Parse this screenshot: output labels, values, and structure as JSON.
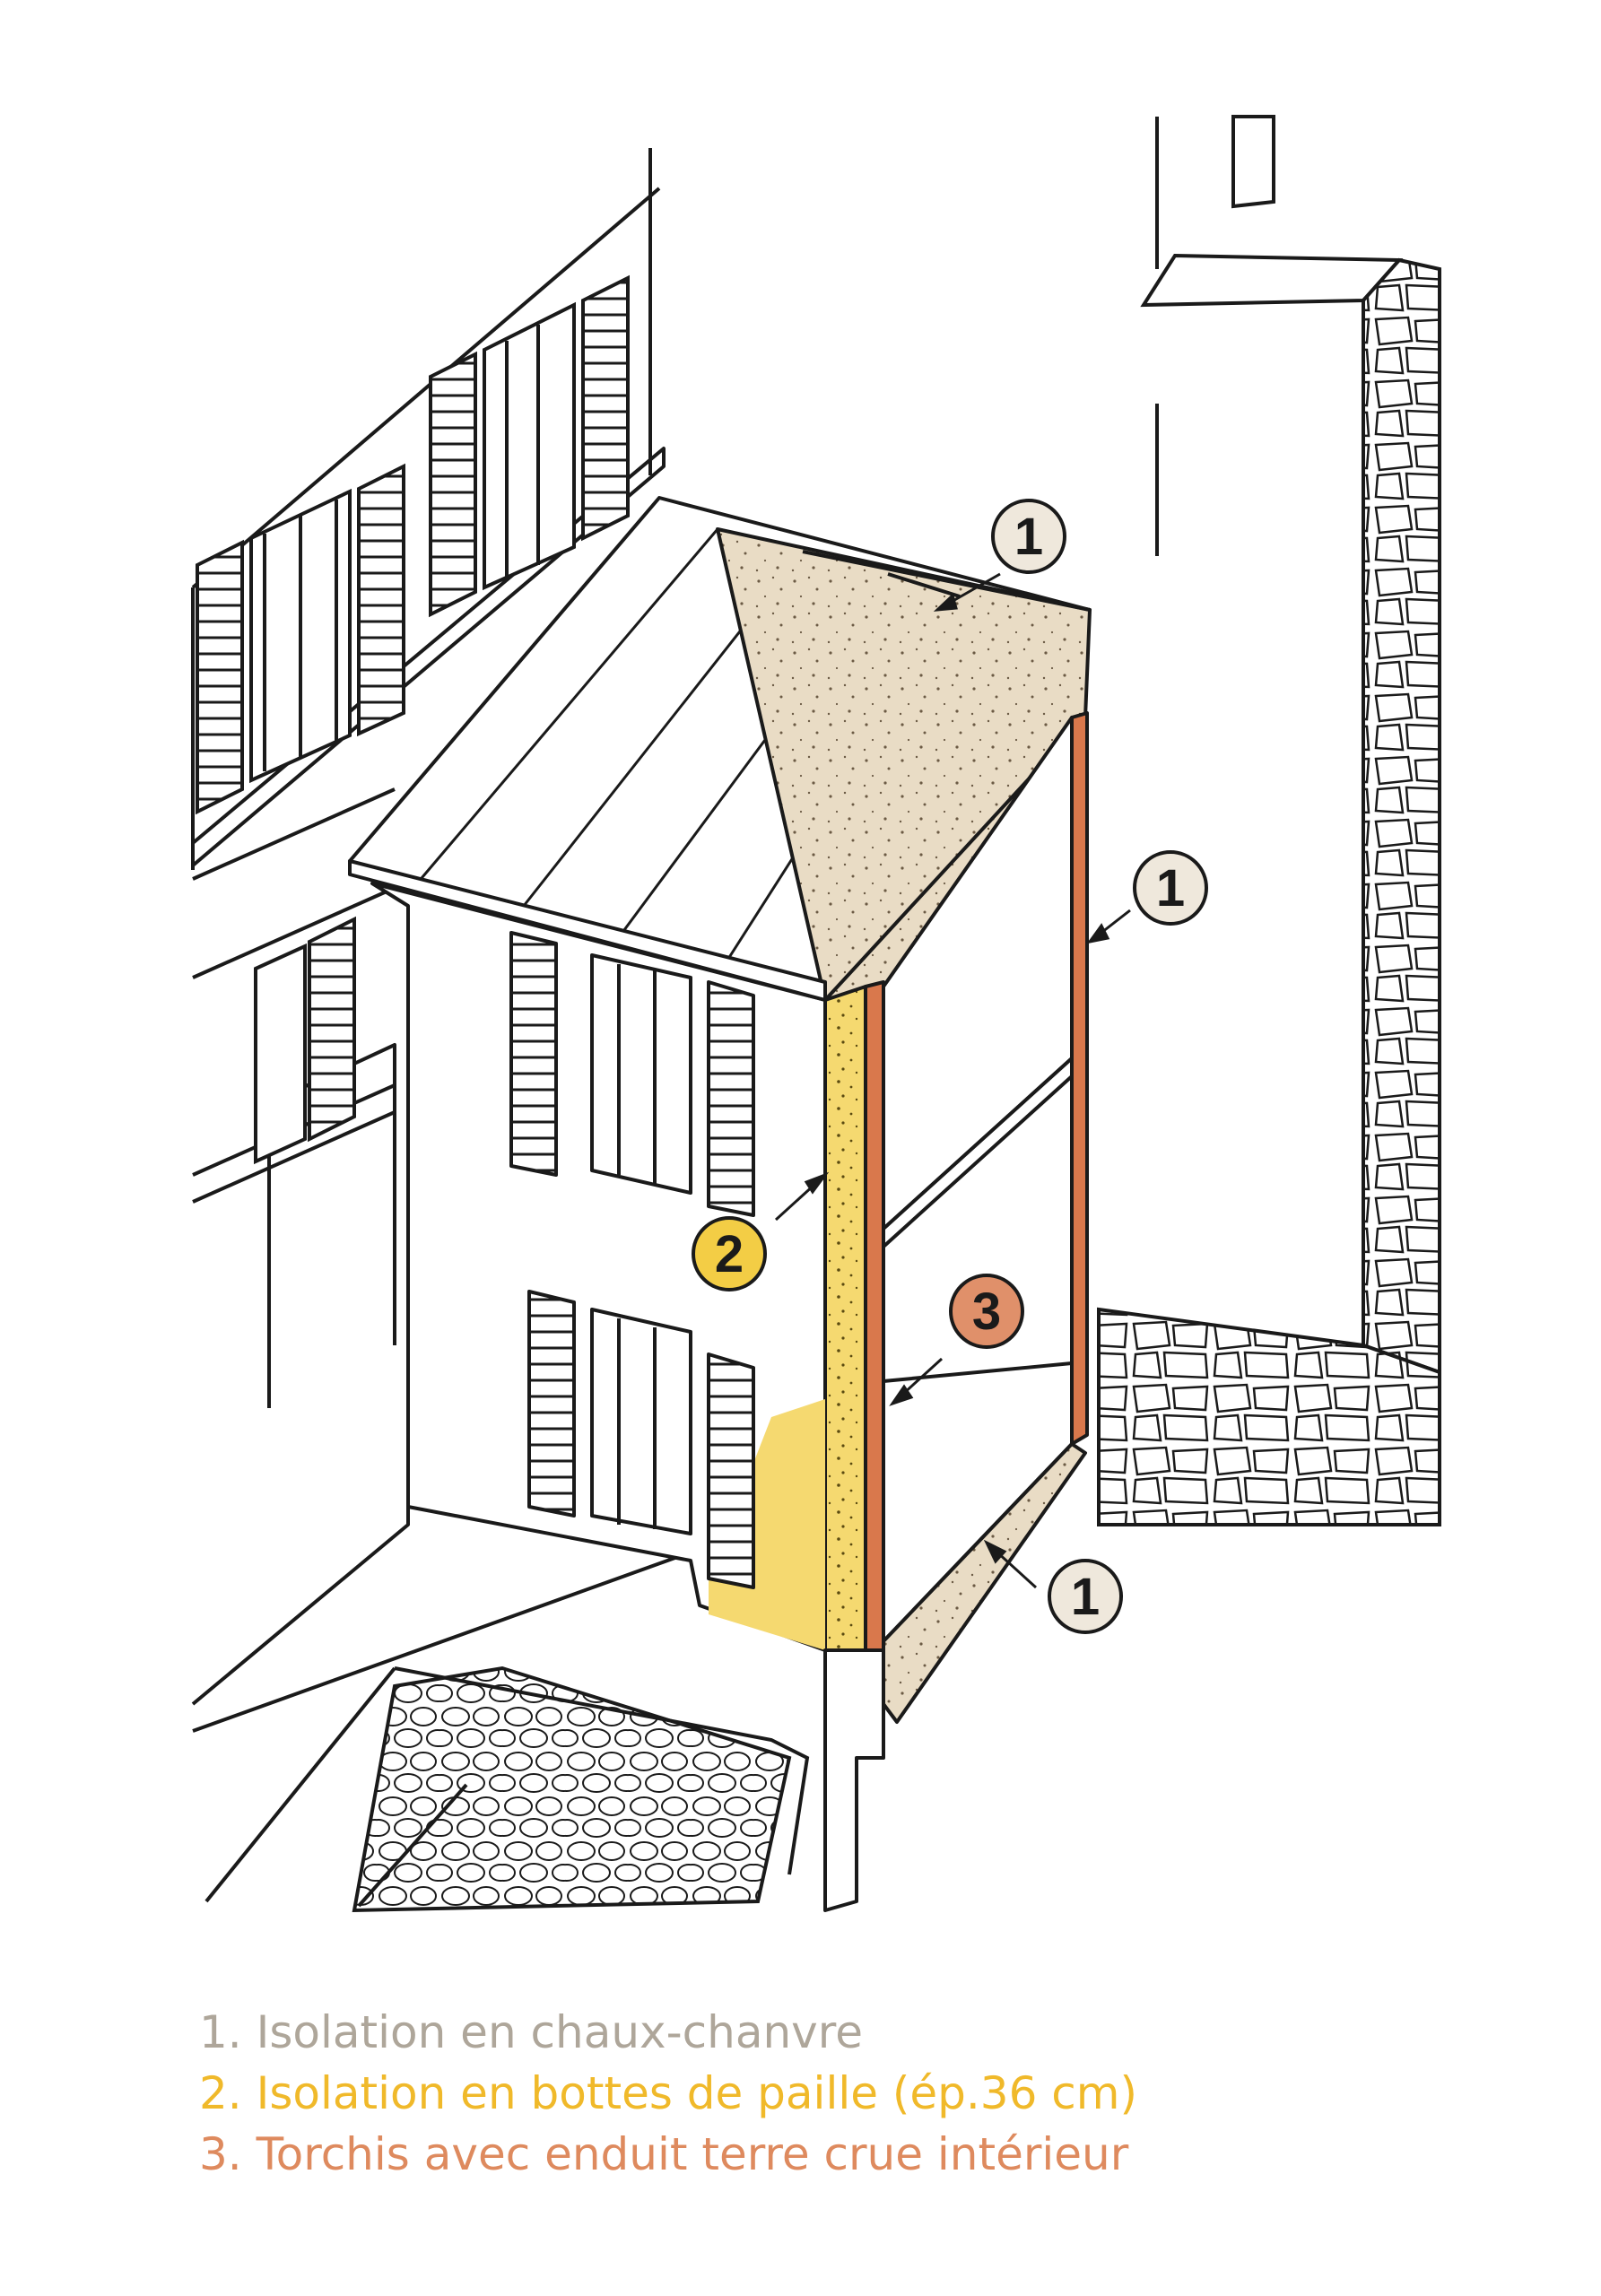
{
  "callouts": [
    {
      "number": "1",
      "fill": "#efe8dc",
      "material": "chaux-chanvre"
    },
    {
      "number": "1",
      "fill": "#efe8dc",
      "material": "chaux-chanvre"
    },
    {
      "number": "1",
      "fill": "#efe8dc",
      "material": "chaux-chanvre"
    },
    {
      "number": "2",
      "fill": "#f3cd45",
      "material": "paille"
    },
    {
      "number": "3",
      "fill": "#e0906a",
      "material": "torchis"
    }
  ],
  "legend": {
    "items": [
      {
        "text": "1. Isolation en chaux-chanvre",
        "color": "#aea69a"
      },
      {
        "text": "2. Isolation en bottes de paille (ép.36 cm)",
        "color": "#f0b92a"
      },
      {
        "text": "3. Torchis avec enduit terre crue intérieur",
        "color": "#de8a5e"
      }
    ]
  },
  "colors": {
    "ink": "#1a1a1a",
    "hemp_lime": "#e9dcc5",
    "straw": "#f5d970",
    "cob": "#d9784c",
    "paper": "#ffffff"
  }
}
